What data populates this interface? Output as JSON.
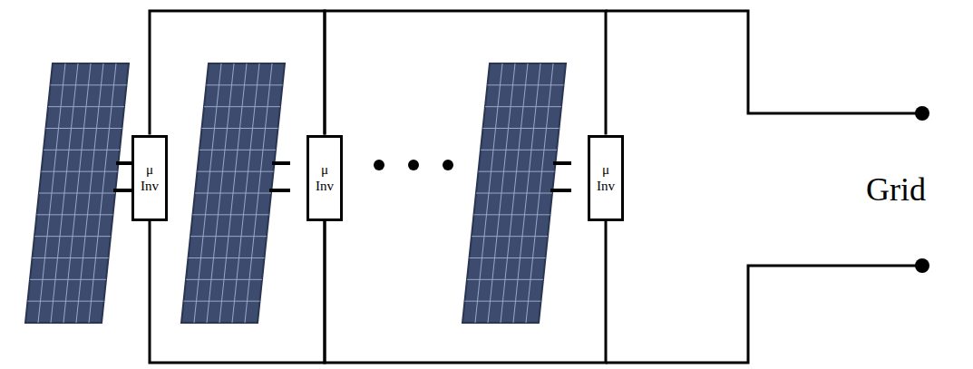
{
  "diagram": {
    "nodes": [
      {
        "text": [
          "μ Inv"
        ]
      },
      {
        "text": [
          "μ Inv"
        ]
      },
      {
        "text": [
          "μ Inv"
        ]
      }
    ],
    "edges": [
      {
        "from": 0,
        "to": 1,
        "arrow": "none"
      },
      {
        "from": 1,
        "to": 2,
        "arrow": "none"
      },
      {
        "from": 0,
        "to": 1,
        "arrow": "none"
      },
      {
        "from": 1,
        "to": 2,
        "arrow": "none"
      }
    ],
    "labels": [
      "Grid"
    ]
  }
}
